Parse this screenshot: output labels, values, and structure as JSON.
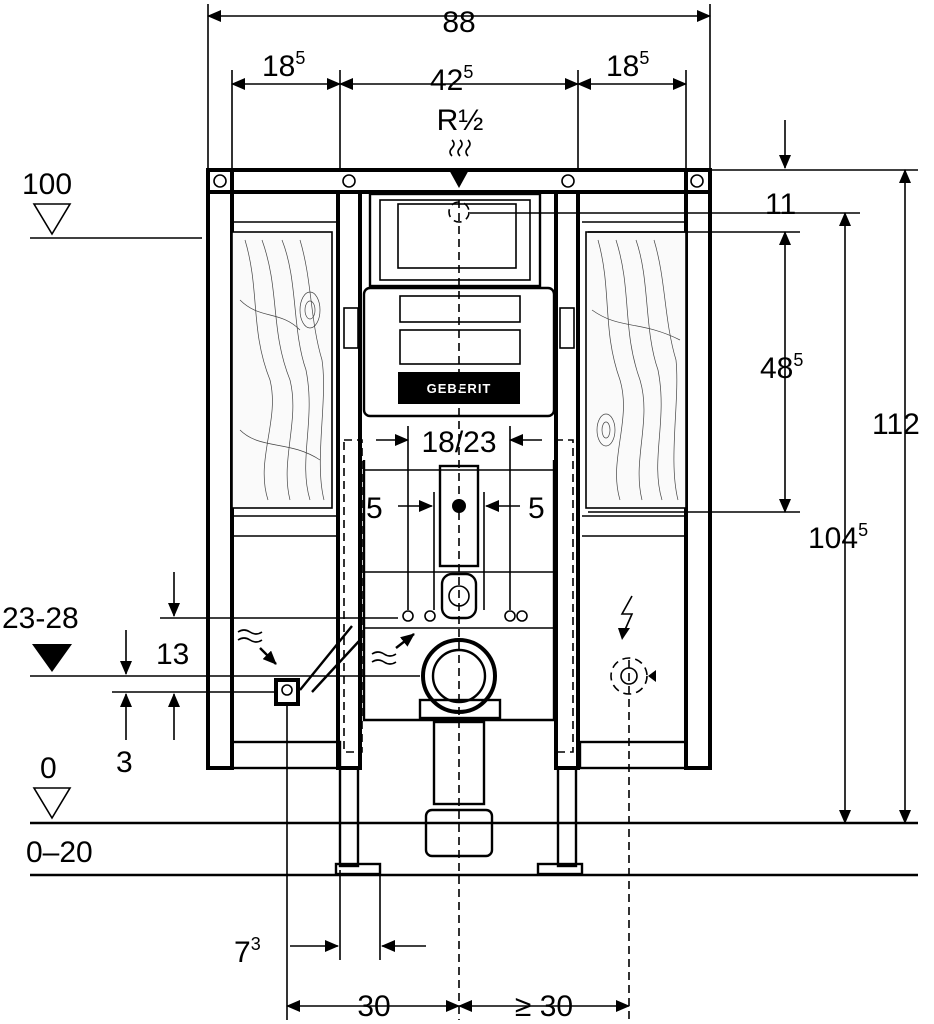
{
  "dimensions": {
    "overall_width": "88",
    "left_side_width": "18",
    "left_side_width_sup": "5",
    "center_width": "42",
    "center_width_sup": "5",
    "right_side_width": "18",
    "right_side_width_sup": "5",
    "water_connection": "R½",
    "top_offset": "11",
    "board_height": "48",
    "board_height_sup": "5",
    "total_height": "112",
    "frame_height": "104",
    "frame_height_sup": "5",
    "bolt_spacing": "18/23",
    "bolt_offset_left": "5",
    "bolt_offset_right": "5",
    "waste_height_range": "23-28",
    "waste_offset": "13",
    "waste_small_offset": "3",
    "top_level": "100",
    "floor_level": "0",
    "floor_range": "0–20",
    "foot_offset": "7",
    "foot_offset_sup": "3",
    "drain_left": "30",
    "drain_right": "≥ 30"
  },
  "logo_text": "GEBERIT",
  "icons": {
    "water_inlet": "water-wave-arrow-icon",
    "electrical": "lightning-icon",
    "level_marker": "level-triangle-icon"
  }
}
